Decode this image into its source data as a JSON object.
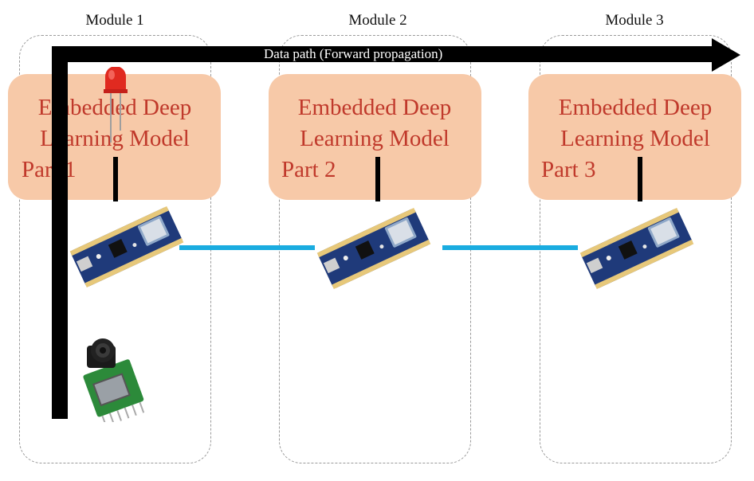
{
  "colors": {
    "model_box": "#f7c9a8",
    "model_text": "#c0392b",
    "data_path": "#000000",
    "connection": "#1aace0",
    "board_pcb": "#1f3a7a",
    "led": "#e02a20"
  },
  "data_path": {
    "label": "Data path (Forward propagation)"
  },
  "modules": [
    {
      "title": "Module 1",
      "model_line1": "Embedded Deep",
      "model_line2": "Learning Model",
      "part": "Part 1"
    },
    {
      "title": "Module 2",
      "model_line1": "Embedded Deep",
      "model_line2": "Learning Model",
      "part": "Part 2"
    },
    {
      "title": "Module 3",
      "model_line1": "Embedded Deep",
      "model_line2": "Learning Model",
      "part": "Part 3"
    }
  ],
  "icons": {
    "board": "microcontroller-board-icon",
    "camera": "camera-module-icon",
    "led": "led-icon"
  }
}
